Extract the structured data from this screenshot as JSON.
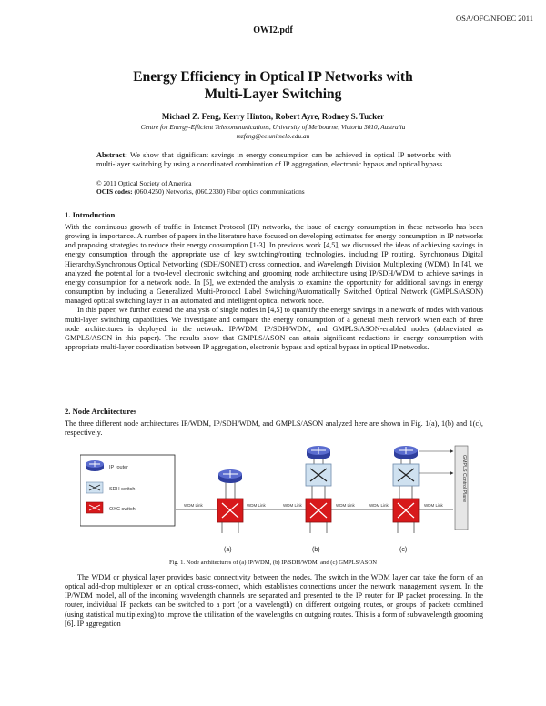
{
  "header": {
    "right": "OSA/OFC/NFOEC 2011",
    "center": "OWI2.pdf"
  },
  "title_line1": "Energy Efficiency in Optical IP Networks with",
  "title_line2": "Multi-Layer Switching",
  "authors": "Michael Z. Feng, Kerry Hinton, Robert Ayre, Rodney S. Tucker",
  "affiliation": "Centre for Energy-Efficient Telecommunications, University of Melbourne, Victoria 3010, Australia",
  "email": "mzfeng@ee.unimelb.edu.au",
  "abstract_label": "Abstract:",
  "abstract_text": "We show that significant savings in energy consumption can be achieved in optical IP networks with multi-layer switching by using a coordinated combination of IP aggregation, electronic bypass and optical bypass.",
  "copyright": "© 2011 Optical Society of America",
  "ocis_label": "OCIS codes:",
  "ocis_text": "(060.4250) Networks, (060.2330) Fiber optics communications",
  "section1_heading": "1. Introduction",
  "section1_para1": "With the continuous growth of traffic in Internet Protocol (IP) networks, the issue of energy consumption in these networks has been growing in importance. A number of papers in the literature have focused on developing estimates for energy consumption in IP networks and proposing strategies to reduce their energy consumption [1-3]. In previous work [4,5], we discussed the ideas of achieving savings in energy consumption through the appropriate use of key switching/routing technologies, including IP routing, Synchronous Digital Hierarchy/Synchronous Optical Networking (SDH/SONET) cross connection, and Wavelength Division Multiplexing (WDM). In [4], we analyzed the potential for a two-level electronic switching and grooming node architecture using IP/SDH/WDM to achieve savings in energy consumption for a network node. In [5], we extended the analysis to examine the opportunity for additional savings in energy consumption by including a Generalized Multi-Protocol Label Switching/Automatically Switched Optical Network (GMPLS/ASON) managed optical switching layer in an automated and intelligent optical network node.",
  "section1_para2": "In this paper, we further extend the analysis of single nodes in [4,5] to quantify the energy savings in a network of nodes with various multi-layer switching capabilities. We investigate and compare the energy consumption of a general mesh network when each of three node architectures is deployed in the network: IP/WDM, IP/SDH/WDM, and GMPLS/ASON-enabled nodes (abbreviated as GMPLS/ASON in this paper). The results show that GMPLS/ASON can attain significant reductions in energy consumption with appropriate multi-layer coordination between IP aggregation, electronic bypass and optical bypass in optical IP networks.",
  "section2_heading": "2. Node Architectures",
  "section2_para1": "The three different node architectures IP/WDM, IP/SDH/WDM, and GMPLS/ASON analyzed here are shown in Fig. 1(a), 1(b) and 1(c), respectively.",
  "figure": {
    "legend": [
      "IP router",
      "SDH switch",
      "OXC switch"
    ],
    "sublabels": [
      "(a)",
      "(b)",
      "(c)"
    ],
    "port_label": "WDM Link",
    "control_plane_label": "GMPLS Control Plane",
    "caption": "Fig. 1. Node architectures of (a) IP/WDM, (b) IP/SDH/WDM, and (c) GMPLS/ASON",
    "colors": {
      "router": "#2f3f9e",
      "sdh": "#cfe1f0",
      "oxc": "#d7191b"
    }
  },
  "section2_para2": "The WDM or physical layer provides basic connectivity between the nodes. The switch in the WDM layer can take the form of an optical add-drop multiplexer or an optical cross-connect, which establishes connections under the network management system. In the IP/WDM model, all of the incoming wavelength channels are separated and presented to the IP router for IP packet processing. In the router, individual IP packets can be switched to a port (or a wavelength) on different outgoing routes, or groups of packets combined (using statistical multiplexing) to improve the utilization of the wavelengths on outgoing routes. This is a form of subwavelength grooming [6]. IP aggregation"
}
